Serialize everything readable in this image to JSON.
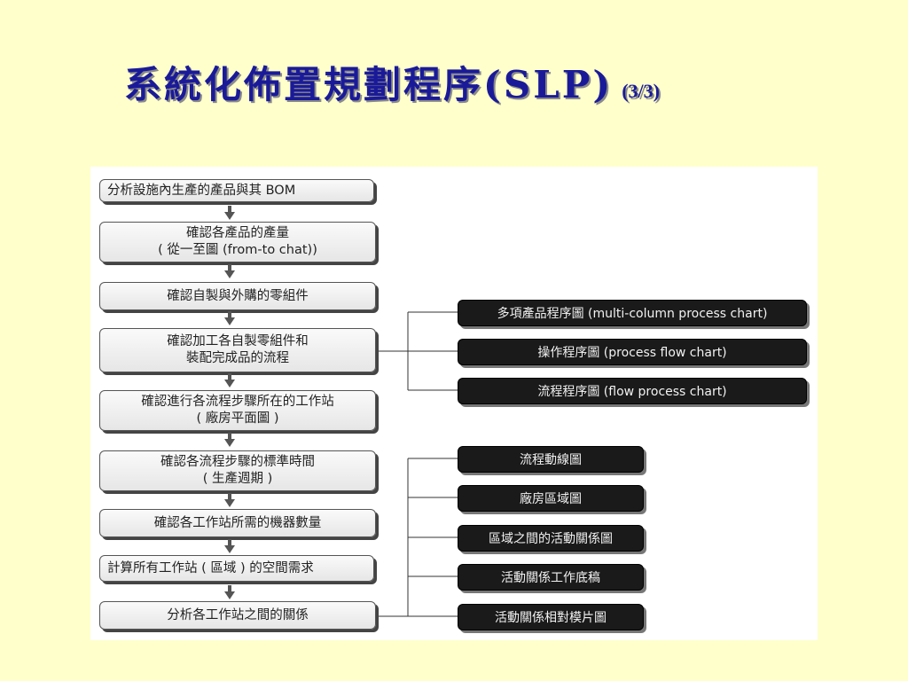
{
  "title": {
    "main": "系統化佈置規劃程序(SLP)",
    "page": "(3/3)"
  },
  "steps": [
    {
      "line1": "分析設施內生產的產品與其 BOM",
      "line2": ""
    },
    {
      "line1": "確認各產品的產量",
      "line2": "( 從一至圖 (from-to chat))"
    },
    {
      "line1": "確認自製與外購的零組件",
      "line2": ""
    },
    {
      "line1": "確認加工各自製零組件和",
      "line2": "裝配完成品的流程"
    },
    {
      "line1": "確認進行各流程步驟所在的工作站",
      "line2": "( 廠房平面圖 )"
    },
    {
      "line1": "確認各流程步驟的標準時間",
      "line2": "( 生產週期 )"
    },
    {
      "line1": "確認各工作站所需的機器數量",
      "line2": ""
    },
    {
      "line1": "計算所有工作站 ( 區域 ) 的空間需求",
      "line2": ""
    },
    {
      "line1": "分析各工作站之間的關係",
      "line2": ""
    }
  ],
  "process_charts": [
    "多項產品程序圖 (multi-column process chart)",
    "操作程序圖 (process flow chart)",
    "流程程序圖 (flow process chart)"
  ],
  "relation_charts": [
    "流程動線圖",
    "廠房區域圖",
    "區域之間的活動關係圖",
    "活動關係工作底稿",
    "活動關係相對模片圖"
  ],
  "colors": {
    "title": "#1a1a99",
    "background": "#ffffcc",
    "dark_box": "#1a1a1a"
  }
}
